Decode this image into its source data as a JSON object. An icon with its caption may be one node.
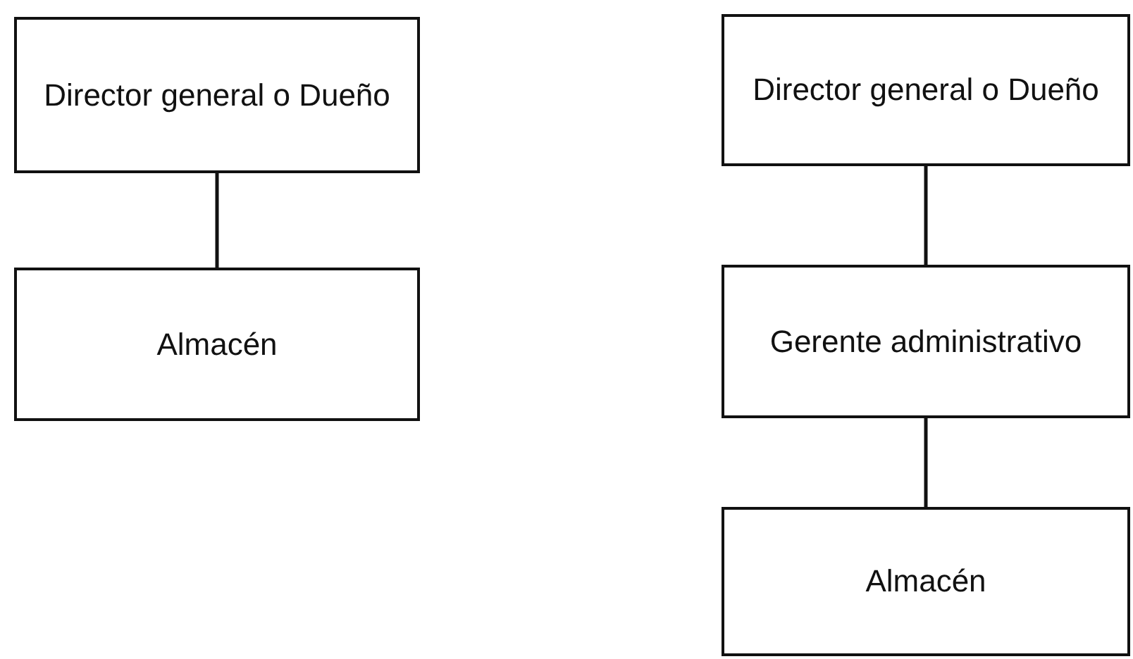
{
  "diagram": {
    "nodes": [
      {
        "text": [
          "Director general o Dueño"
        ]
      },
      {
        "text": [
          "Almacén"
        ]
      },
      {
        "text": [
          "Director general o Dueño"
        ]
      },
      {
        "text": [
          "Gerente administrativo"
        ]
      },
      {
        "text": [
          "Almacén"
        ]
      }
    ],
    "edges": [
      {
        "from": 0,
        "to": 1,
        "arrow": "none"
      },
      {
        "from": 2,
        "to": 3,
        "arrow": "none"
      },
      {
        "from": 3,
        "to": 4,
        "arrow": "none"
      }
    ]
  }
}
